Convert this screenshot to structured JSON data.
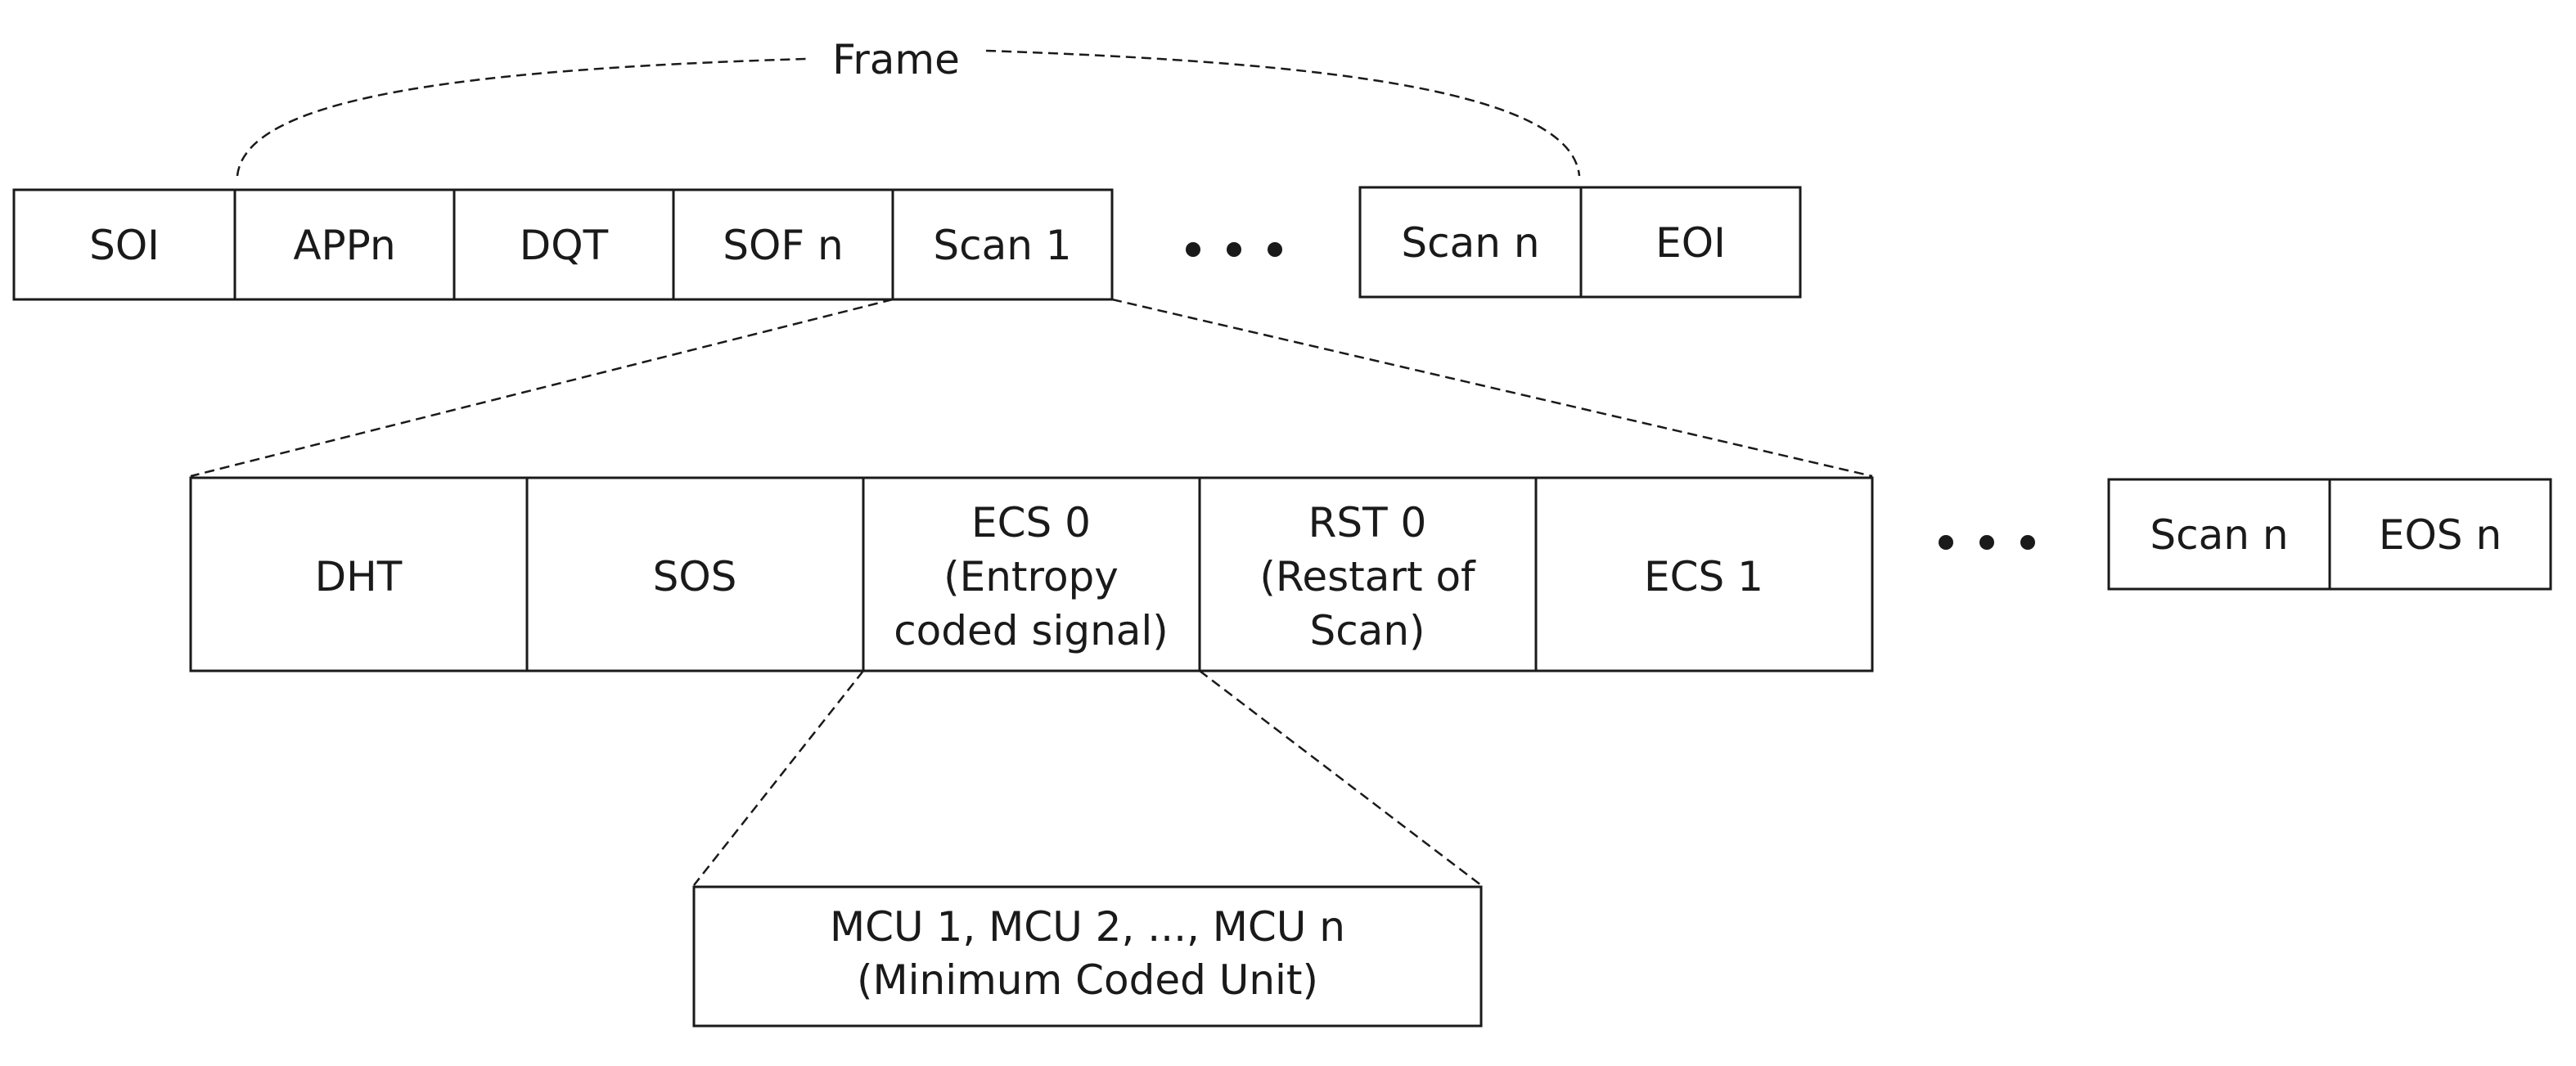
{
  "frame_label": "Frame",
  "rows": {
    "file": {
      "group_a": [
        "SOI",
        "APPn",
        "DQT",
        "SOF n",
        "Scan 1"
      ],
      "group_b": [
        "Scan n",
        "EOI"
      ]
    },
    "scan": {
      "group_a": [
        [
          "DHT"
        ],
        [
          "SOS"
        ],
        [
          "ECS 0",
          "(Entropy",
          "coded signal)"
        ],
        [
          "RST 0",
          "(Restart of",
          "Scan)"
        ],
        [
          "ECS 1"
        ]
      ],
      "group_b": [
        "Scan n",
        "EOS n"
      ]
    },
    "mcu": {
      "lines": [
        "MCU 1, MCU 2, ..., MCU n",
        "(Minimum Coded Unit)"
      ]
    }
  }
}
